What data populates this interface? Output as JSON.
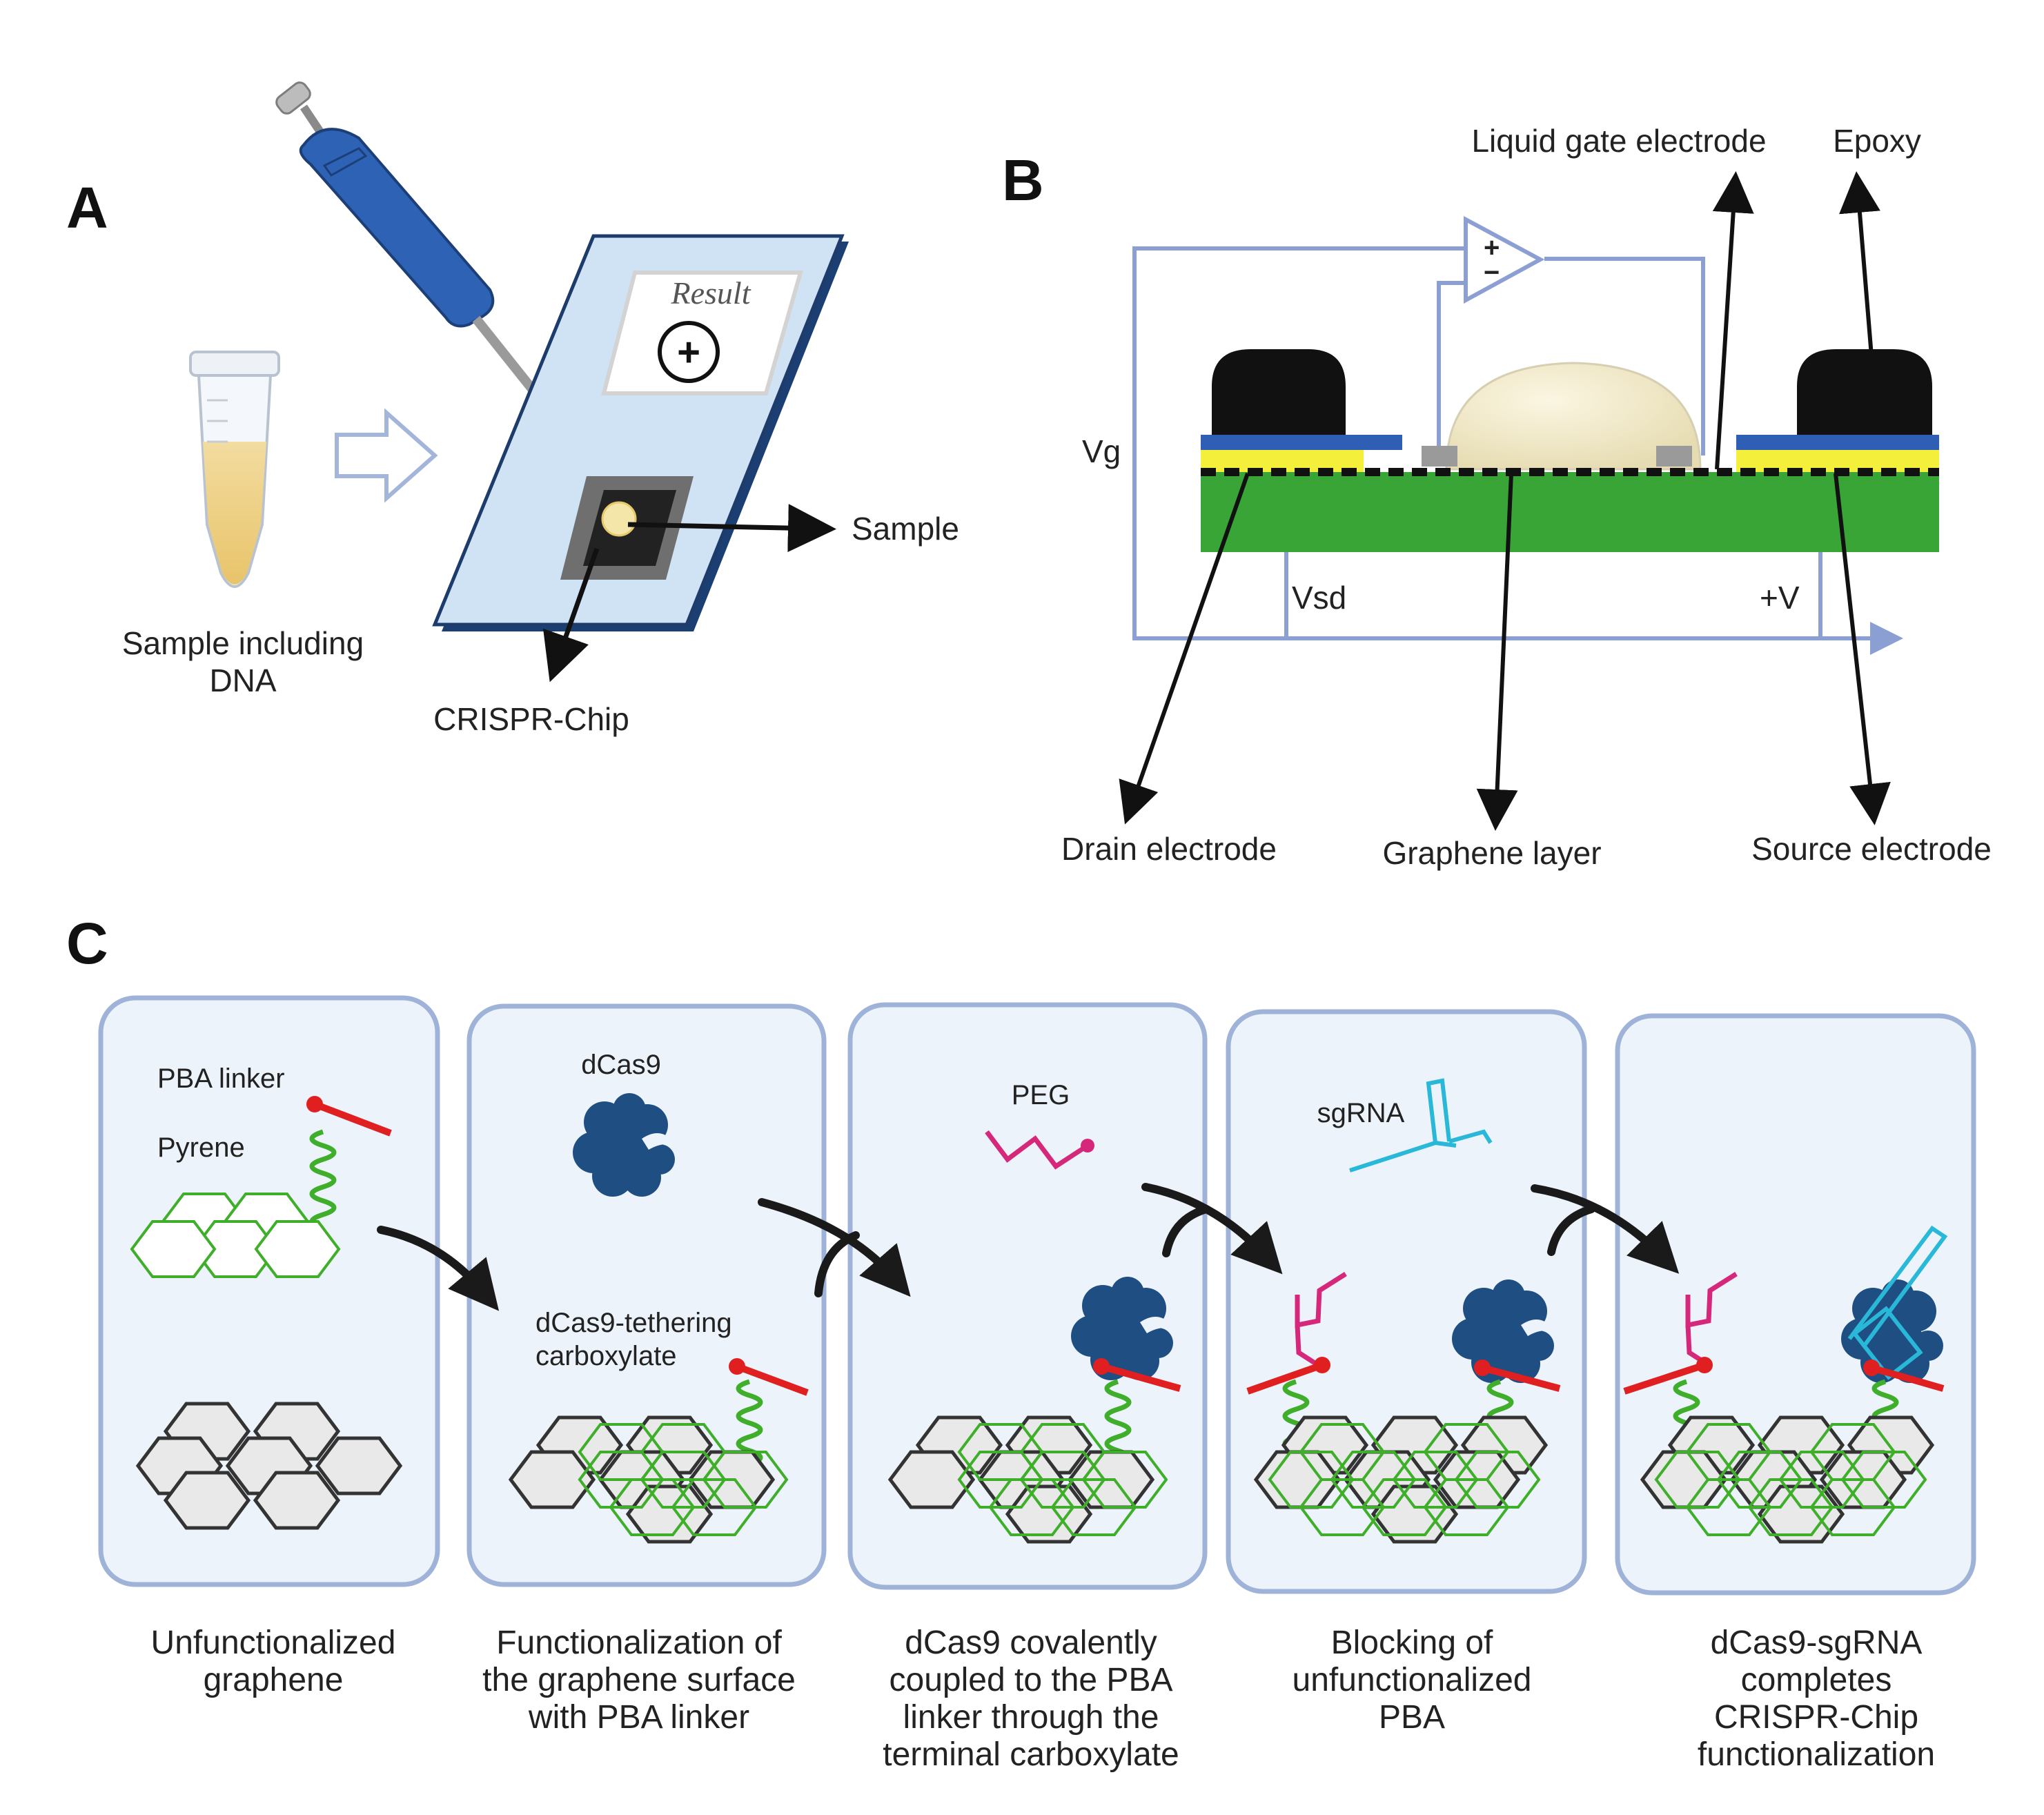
{
  "panels": {
    "a": {
      "letter": "A",
      "sample_label_line1": "Sample including",
      "sample_label_line2": "DNA",
      "result_label": "Result",
      "result_symbol": "+",
      "sample_arrow_label": "Sample",
      "chip_label": "CRISPR-Chip"
    },
    "b": {
      "letter": "B",
      "opamp_plus": "+",
      "opamp_minus": "−",
      "liquid_gate_label": "Liquid gate electrode",
      "epoxy_label": "Epoxy",
      "vg_label": "Vg",
      "vsd_label": "Vsd",
      "plus_v_label": "+V",
      "drain_label": "Drain electrode",
      "graphene_label": "Graphene layer",
      "source_label": "Source electrode"
    },
    "c": {
      "letter": "C",
      "step1": {
        "pba_label": "PBA linker",
        "pyrene_label": "Pyrene",
        "caption": [
          "Unfunctionalized",
          "graphene"
        ]
      },
      "step2": {
        "dcas9_label": "dCas9",
        "tether_label_line1": "dCas9-tethering",
        "tether_label_line2": "carboxylate",
        "caption": [
          "Functionalization of",
          "the graphene surface",
          "with PBA linker"
        ]
      },
      "step3": {
        "peg_label": "PEG",
        "caption": [
          "dCas9 covalently",
          "coupled to the PBA",
          "linker through the",
          "terminal carboxylate"
        ]
      },
      "step4": {
        "sgrna_label": "sgRNA",
        "caption": [
          "Blocking of",
          "unfunctionalized",
          "PBA"
        ]
      },
      "step5": {
        "caption": [
          "dCas9-sgRNA",
          "completes",
          "CRISPR-Chip",
          "functionalization"
        ]
      }
    }
  },
  "colors": {
    "panel_border": "#9fb3d9",
    "panel_fill": "#edf3fb",
    "graphene_green": "#3fae2a",
    "substrate_green": "#3aa537",
    "linker_red": "#e02020",
    "peg_pink": "#d6287a",
    "protein_navy": "#1f4e82",
    "sgrna_cyan": "#29b8d8",
    "electrode_blue": "#2f5fb4",
    "circuit_blue": "#8c9fd3"
  }
}
